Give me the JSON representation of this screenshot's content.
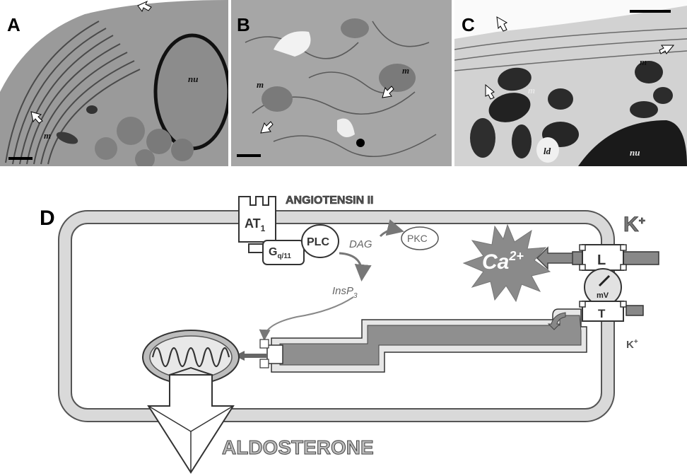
{
  "panels": {
    "A": {
      "label": "A",
      "nucleus": "nu",
      "mito": "m"
    },
    "B": {
      "label": "B",
      "mito_1": "m",
      "mito_2": "m"
    },
    "C": {
      "label": "C",
      "mito_1": "m",
      "mito_2": "m",
      "lipid": "ld",
      "nucleus": "nu"
    }
  },
  "diagram": {
    "label": "D",
    "hormone": "ANGIOTENSIN II",
    "receptor": "AT",
    "receptor_sub": "1",
    "gprotein": "G",
    "gprotein_sub": "q/11",
    "plc": "PLC",
    "dag": "DAG",
    "pkc": "PKC",
    "insp": "InsP",
    "insp_sub": "3",
    "calcium": "Ca",
    "calcium_sup": "2+",
    "k_top": "K",
    "k_top_sup": "+",
    "k_bottom": "K",
    "k_bottom_sup": "+",
    "channel_L": "L",
    "channel_T": "T",
    "voltage": "mV",
    "output": "ALDOSTERONE"
  }
}
